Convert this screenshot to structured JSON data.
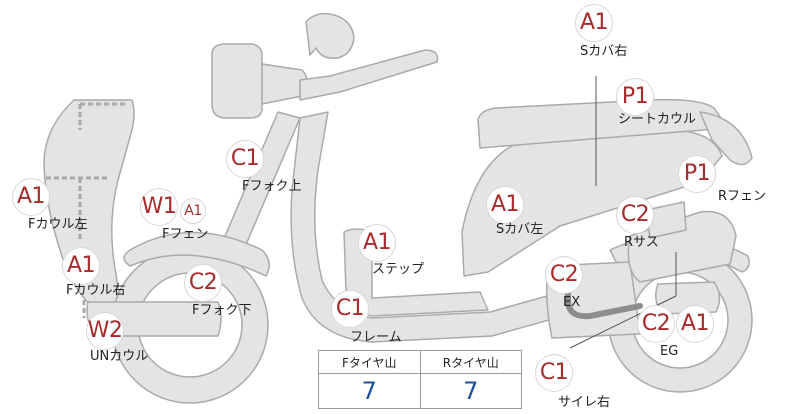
{
  "parts": [
    {
      "key": "s_cover_r_top",
      "grade": "A1",
      "label": "Sカバ右"
    },
    {
      "key": "seat_cowl",
      "grade": "P1",
      "label": "シートカウル"
    },
    {
      "key": "r_fender",
      "grade": "P1",
      "label": "Rフェン"
    },
    {
      "key": "f_fork_upper",
      "grade": "C1",
      "label": "Fフォク上"
    },
    {
      "key": "f_cowl_left",
      "grade": "A1",
      "label": "Fカウル左"
    },
    {
      "key": "f_fender",
      "grade": "W1",
      "grade2": "A1",
      "label": "Fフェン"
    },
    {
      "key": "s_cover_left",
      "grade": "A1",
      "label": "Sカバ左"
    },
    {
      "key": "r_suspension",
      "grade": "C2",
      "label": "Rサス"
    },
    {
      "key": "step",
      "grade": "A1",
      "label": "ステップ"
    },
    {
      "key": "f_cowl_right",
      "grade": "A1",
      "label": "Fカウル右"
    },
    {
      "key": "f_fork_lower",
      "grade": "C2",
      "label": "Fフォク下"
    },
    {
      "key": "exhaust",
      "grade": "C2",
      "label": "EX"
    },
    {
      "key": "frame",
      "grade": "C1",
      "label": "フレーム"
    },
    {
      "key": "engine",
      "grade": "C2",
      "grade2": "A1",
      "label": "EG"
    },
    {
      "key": "un_cowl",
      "grade": "W2",
      "label": "UNカウル"
    },
    {
      "key": "muffler_right",
      "grade": "C1",
      "label": "サイレ右"
    }
  ],
  "tire_tread": {
    "front_label": "Fタイヤ山",
    "front_value": "7",
    "rear_label": "Rタイヤ山",
    "rear_value": "7"
  },
  "colors": {
    "body_fill": "#e4e4e4",
    "outline": "#aaaaaa",
    "grade_text": "#a82b2b",
    "tread_value": "#1d4f9c"
  }
}
